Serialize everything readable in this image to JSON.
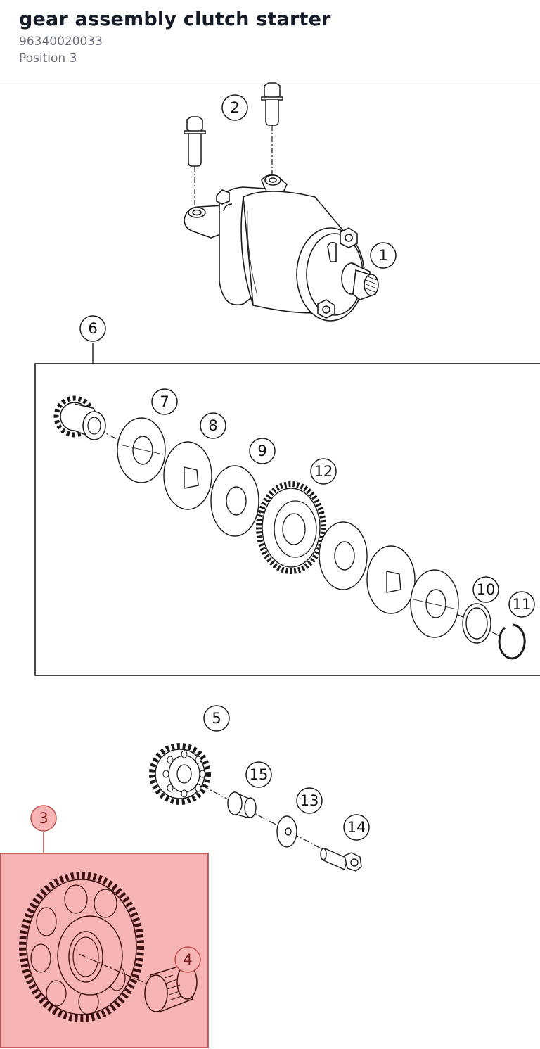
{
  "header": {
    "title": "gear assembly clutch starter",
    "part_number": "96340020033",
    "position": "Position 3"
  },
  "diagram": {
    "callouts": [
      "1",
      "2",
      "3",
      "4",
      "5",
      "6",
      "7",
      "8",
      "9",
      "10",
      "11",
      "12",
      "13",
      "14",
      "15"
    ],
    "selected_callouts": [
      "3",
      "4"
    ]
  },
  "colors": {
    "highlight_fill": "#f7b4b4",
    "highlight_stroke": "#c24d4d",
    "line": "#1a1a1a"
  }
}
